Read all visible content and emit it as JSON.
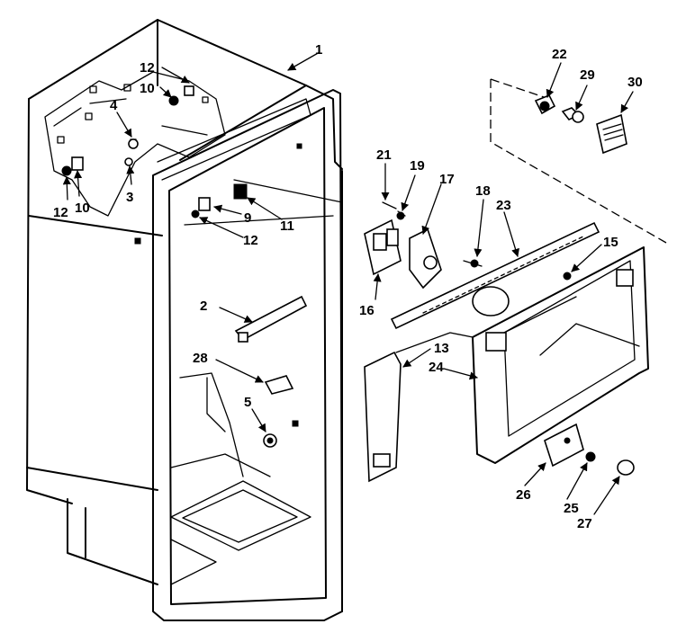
{
  "diagram": {
    "callouts": [
      "1",
      "2",
      "3",
      "4",
      "5",
      "9",
      "10",
      "10",
      "11",
      "12",
      "12",
      "12",
      "13",
      "15",
      "16",
      "17",
      "18",
      "19",
      "21",
      "22",
      "23",
      "24",
      "25",
      "26",
      "27",
      "28",
      "29",
      "30"
    ]
  }
}
